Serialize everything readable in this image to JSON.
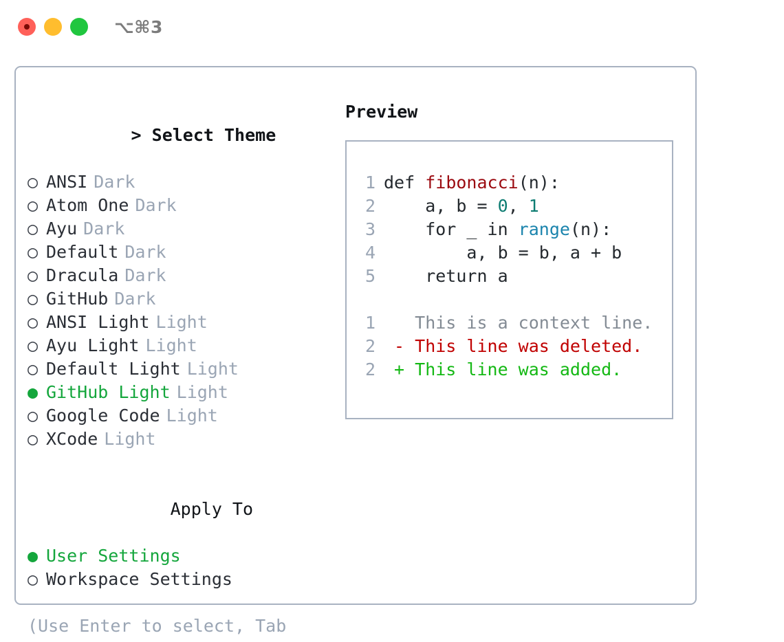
{
  "window": {
    "shortcut_label": "⌥⌘3",
    "traffic_lights": [
      "close-button",
      "minimize-button",
      "maximize-button"
    ],
    "colors": {
      "close": "#ff6059",
      "minimize": "#ffbd2e",
      "maximize": "#20c63f",
      "border": "#a8b2c1",
      "accent_green": "#14a63c",
      "muted": "#9aa5b4"
    }
  },
  "theme_section": {
    "cursor": ">",
    "title": "Select Theme",
    "focused": true,
    "options": [
      {
        "bullet": "○",
        "label": "ANSI",
        "tag": "Dark",
        "selected": false
      },
      {
        "bullet": "○",
        "label": "Atom One",
        "tag": "Dark",
        "selected": false
      },
      {
        "bullet": "○",
        "label": "Ayu",
        "tag": "Dark",
        "selected": false
      },
      {
        "bullet": "○",
        "label": "Default",
        "tag": "Dark",
        "selected": false
      },
      {
        "bullet": "○",
        "label": "Dracula",
        "tag": "Dark",
        "selected": false
      },
      {
        "bullet": "○",
        "label": "GitHub",
        "tag": "Dark",
        "selected": false
      },
      {
        "bullet": "○",
        "label": "ANSI Light",
        "tag": "Light",
        "selected": false
      },
      {
        "bullet": "○",
        "label": "Ayu Light",
        "tag": "Light",
        "selected": false
      },
      {
        "bullet": "○",
        "label": "Default Light",
        "tag": "Light",
        "selected": false
      },
      {
        "bullet": "●",
        "label": "GitHub Light",
        "tag": "Light",
        "selected": true
      },
      {
        "bullet": "○",
        "label": "Google Code",
        "tag": "Light",
        "selected": false
      },
      {
        "bullet": "○",
        "label": "XCode",
        "tag": "Light",
        "selected": false
      }
    ]
  },
  "apply_section": {
    "title": "Apply To",
    "focused": false,
    "options": [
      {
        "bullet": "●",
        "label": "User Settings",
        "tag": "",
        "selected": true
      },
      {
        "bullet": "○",
        "label": "Workspace Settings",
        "tag": "",
        "selected": false
      }
    ]
  },
  "hint": {
    "text": "(Use Enter to select, Tab to change focus)"
  },
  "preview": {
    "heading": "Preview",
    "code_lines": [
      {
        "num": "1",
        "tokens": [
          {
            "t": "def ",
            "c": "plain"
          },
          {
            "t": "fibonacci",
            "c": "func"
          },
          {
            "t": "(n):",
            "c": "plain"
          }
        ]
      },
      {
        "num": "2",
        "tokens": [
          {
            "t": "    a, b = ",
            "c": "plain"
          },
          {
            "t": "0",
            "c": "num"
          },
          {
            "t": ", ",
            "c": "plain"
          },
          {
            "t": "1",
            "c": "num"
          }
        ]
      },
      {
        "num": "3",
        "tokens": [
          {
            "t": "    for _ in ",
            "c": "plain"
          },
          {
            "t": "range",
            "c": "call"
          },
          {
            "t": "(n):",
            "c": "plain"
          }
        ]
      },
      {
        "num": "4",
        "tokens": [
          {
            "t": "        a, b = b, a + b",
            "c": "plain"
          }
        ]
      },
      {
        "num": "5",
        "tokens": [
          {
            "t": "    return a",
            "c": "plain"
          }
        ]
      },
      {
        "num": "",
        "blank": true,
        "tokens": []
      },
      {
        "num": "1",
        "tokens": [
          {
            "t": "   This is a context line.",
            "c": "ctx"
          }
        ]
      },
      {
        "num": "2",
        "tokens": [
          {
            "t": " - This line was deleted.",
            "c": "del"
          }
        ]
      },
      {
        "num": "2",
        "tokens": [
          {
            "t": " + This line was added.",
            "c": "add"
          }
        ]
      }
    ]
  }
}
